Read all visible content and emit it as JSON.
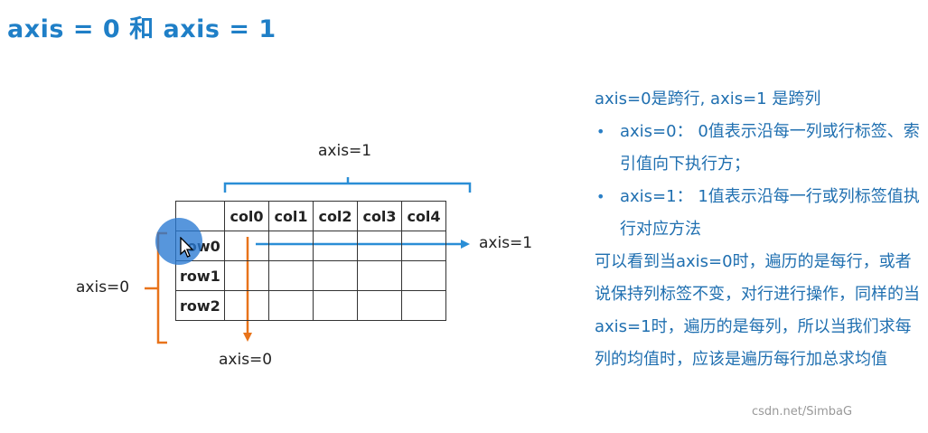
{
  "title": "axis = 0 和 axis = 1",
  "diagram": {
    "top_label": "axis=1",
    "left_label": "axis=0",
    "bottom_label": "axis=0",
    "right_label": "axis=1",
    "columns": [
      "col0",
      "col1",
      "col2",
      "col3",
      "col4"
    ],
    "rows": [
      "row0",
      "row1",
      "row2"
    ]
  },
  "text": {
    "heading": "axis=0是跨行, axis=1 是跨列",
    "bullets": [
      "axis=0：  0值表示沿每一列或行标签、索引值向下执行方；",
      "axis=1：  1值表示沿每一行或列标签值执行对应方法"
    ],
    "paragraph": "可以看到当axis=0时，遍历的是每行，或者说保持列标签不变，对行进行操作，同样的当axis=1时，遍历的是每列，所以当我们求每列的均值时，应该是遍历每行加总求均值"
  },
  "watermark": "csdn.net/SimbaG",
  "colors": {
    "title": "#1f7fc7",
    "blue_arrow": "#2a8ed6",
    "orange_arrow": "#e8731a"
  }
}
